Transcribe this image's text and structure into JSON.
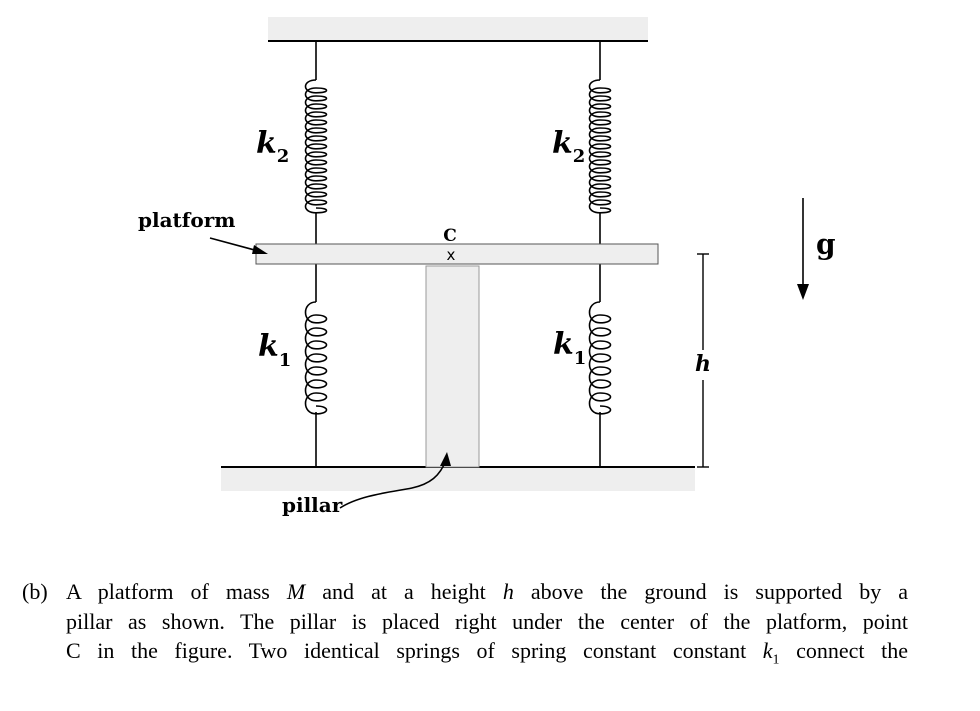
{
  "figure": {
    "labels": {
      "k2_left": "k",
      "k2_left_sub": "2",
      "k2_right": "k",
      "k2_right_sub": "2",
      "k1_left": "k",
      "k1_left_sub": "1",
      "k1_right": "k",
      "k1_right_sub": "1",
      "platform": "platform",
      "pillar": "pillar",
      "point_c": "C",
      "point_c_mark": "x",
      "height": "h",
      "gravity": "g"
    },
    "colors": {
      "fill": "#eeeeee",
      "line": "#000000"
    }
  },
  "caption": {
    "part": "(b)",
    "line1_a": "A platform of mass ",
    "line1_M": "M",
    "line1_b": " and at a height ",
    "line1_h": "h",
    "line1_c": " above the ground is supported by a",
    "line2": "pillar as shown.  The pillar is placed right under the center of the platform, point",
    "line3_a": "C in the figure.  Two identical springs of spring constant constant ",
    "line3_k": "k",
    "line3_sub": "1",
    "line3_b": " connect the"
  }
}
